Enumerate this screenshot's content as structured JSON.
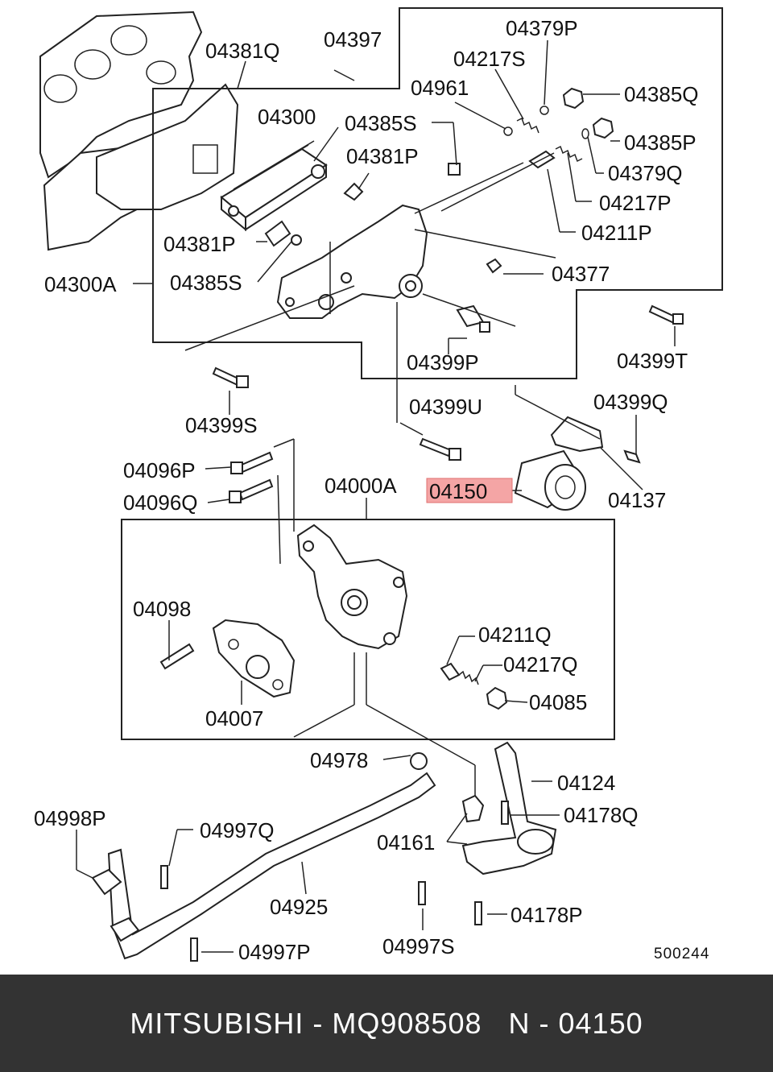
{
  "diagram": {
    "highlight_color": "#f4a5a5",
    "labels": {
      "p04381Q": "04381Q",
      "p04397": "04397",
      "p04379P": "04379P",
      "p04217S": "04217S",
      "p04961": "04961",
      "p04385Q": "04385Q",
      "p04300": "04300",
      "p04385S_a": "04385S",
      "p04385P": "04385P",
      "p04381P_a": "04381P",
      "p04379Q": "04379Q",
      "p04217P": "04217P",
      "p04211P": "04211P",
      "p04381P_b": "04381P",
      "p04377": "04377",
      "p04300A": "04300A",
      "p04385S_b": "04385S",
      "p04399T": "04399T",
      "p04399P": "04399P",
      "p04399S": "04399S",
      "p04399U": "04399U",
      "p04399Q": "04399Q",
      "p04096P": "04096P",
      "p04000A": "04000A",
      "p04150": "04150",
      "p04096Q": "04096Q",
      "p04137": "04137",
      "p04098": "04098",
      "p04211Q": "04211Q",
      "p04217Q": "04217Q",
      "p04085": "04085",
      "p04007": "04007",
      "p04978": "04978",
      "p04124": "04124",
      "p04998P": "04998P",
      "p04178Q": "04178Q",
      "p04997Q": "04997Q",
      "p04161": "04161",
      "p04925": "04925",
      "p04178P": "04178P",
      "p04997S": "04997S",
      "p04997P": "04997P",
      "ref": "500244"
    }
  },
  "footer": {
    "brand": "MITSUBISHI",
    "sep1": " - ",
    "part_number": "MQ908508",
    "gap": "   ",
    "ref_prefix": "N",
    "sep2": " - ",
    "ref_number": "04150"
  }
}
